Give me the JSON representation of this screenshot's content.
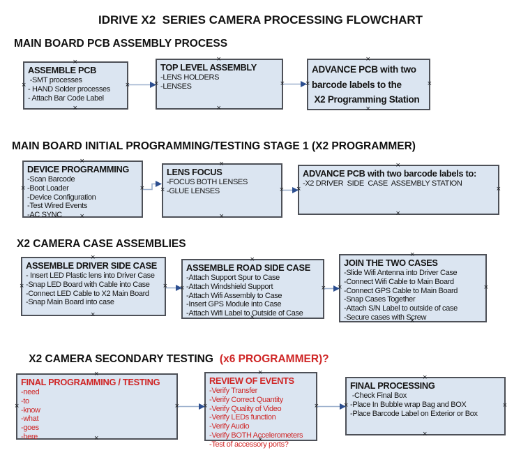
{
  "title": "IDRIVE X2  SERIES CAMERA PROCESSING FLOWCHART",
  "icons": {
    "anchor": "×"
  },
  "colors": {
    "box_fill": "#dbe5f1",
    "box_border": "#4d5057",
    "red": "#cf2626",
    "arrow_line": "#9cb0cd",
    "arrow_head": "#2d4f90"
  },
  "sections": [
    {
      "heading": "MAIN BOARD PCB ASSEMBLY PROCESS",
      "boxes": [
        {
          "title": "ASSEMBLE PCB",
          "items": [
            " -SMT processes",
            "- HAND Solder processes",
            "- Attach Bar Code Label"
          ]
        },
        {
          "title": "TOP LEVEL ASSEMBLY",
          "items": [
            "-LENS HOLDERS",
            "-LENSES"
          ]
        },
        {
          "title": "ADVANCE PCB with two\nbarcode labels to the\n X2 Programming Station",
          "items": []
        }
      ]
    },
    {
      "heading": "MAIN BOARD INITIAL PROGRAMMING/TESTING STAGE 1 (X2 PROGRAMMER)",
      "boxes": [
        {
          "title": "DEVICE PROGRAMMING",
          "items": [
            "-Scan Barcode",
            "-Boot Loader",
            "-Device Configuration",
            "-Test Wired Events",
            "-AC SYNC"
          ]
        },
        {
          "title": "LENS FOCUS",
          "items": [
            "-FOCUS BOTH LENSES",
            "-GLUE LENSES"
          ]
        },
        {
          "title": "ADVANCE PCB with two barcode labels to:",
          "items": [
            "-X2 DRIVER  SIDE  CASE  ASSEMBLY STATION"
          ]
        }
      ]
    },
    {
      "heading": "X2 CAMERA CASE ASSEMBLIES",
      "boxes": [
        {
          "title": "ASSEMBLE DRIVER SIDE CASE",
          "items": [
            "- Insert LED Plastic lens into Driver Case",
            "-Snap LED Board with Cable into Case",
            "-Connect LED Cable to X2 Main Board",
            "-Snap Main Board into case"
          ]
        },
        {
          "title": "ASSEMBLE ROAD SIDE CASE",
          "items": [
            "-Attach Support Spur to Case",
            "-Attach Windshield Support",
            "-Attach Wifi Assembly to Case",
            "-Insert GPS Module into Case",
            "-Attach Wifi Label to Outside of Case"
          ]
        },
        {
          "title": "JOIN THE TWO CASES",
          "items": [
            "-Slide Wifi Antenna into Driver Case",
            "-Connect Wifi Cable to Main Board",
            "-Connect GPS Cable to Main Board",
            "-Snap Cases Together",
            "-Attach S/N Label to outside of case",
            "-Secure cases with Screw"
          ]
        }
      ]
    },
    {
      "heading": "X2 CAMERA SECONDARY TESTING",
      "heading_suffix": "(x6 PROGRAMMER)?",
      "boxes": [
        {
          "title": "FINAL PROGRAMMING / TESTING",
          "items": [
            "-need",
            "-to",
            "-know",
            "-what",
            "-goes",
            "-here"
          ]
        },
        {
          "title": "REVIEW OF EVENTS",
          "items": [
            "-Verify Transfer",
            "-Verify Correct Quantity",
            "-Verify Quality of Video",
            "-Verify LEDs function",
            "-Verify Audio",
            "-Verify BOTH Accelerometers",
            "-Test of accessory ports?"
          ]
        },
        {
          "title": "FINAL PROCESSING",
          "items": [
            " -Check Final Box",
            "-Place In Bubble wrap Bag and BOX",
            "-Place Barcode Label on Exterior or Box"
          ]
        }
      ]
    }
  ]
}
